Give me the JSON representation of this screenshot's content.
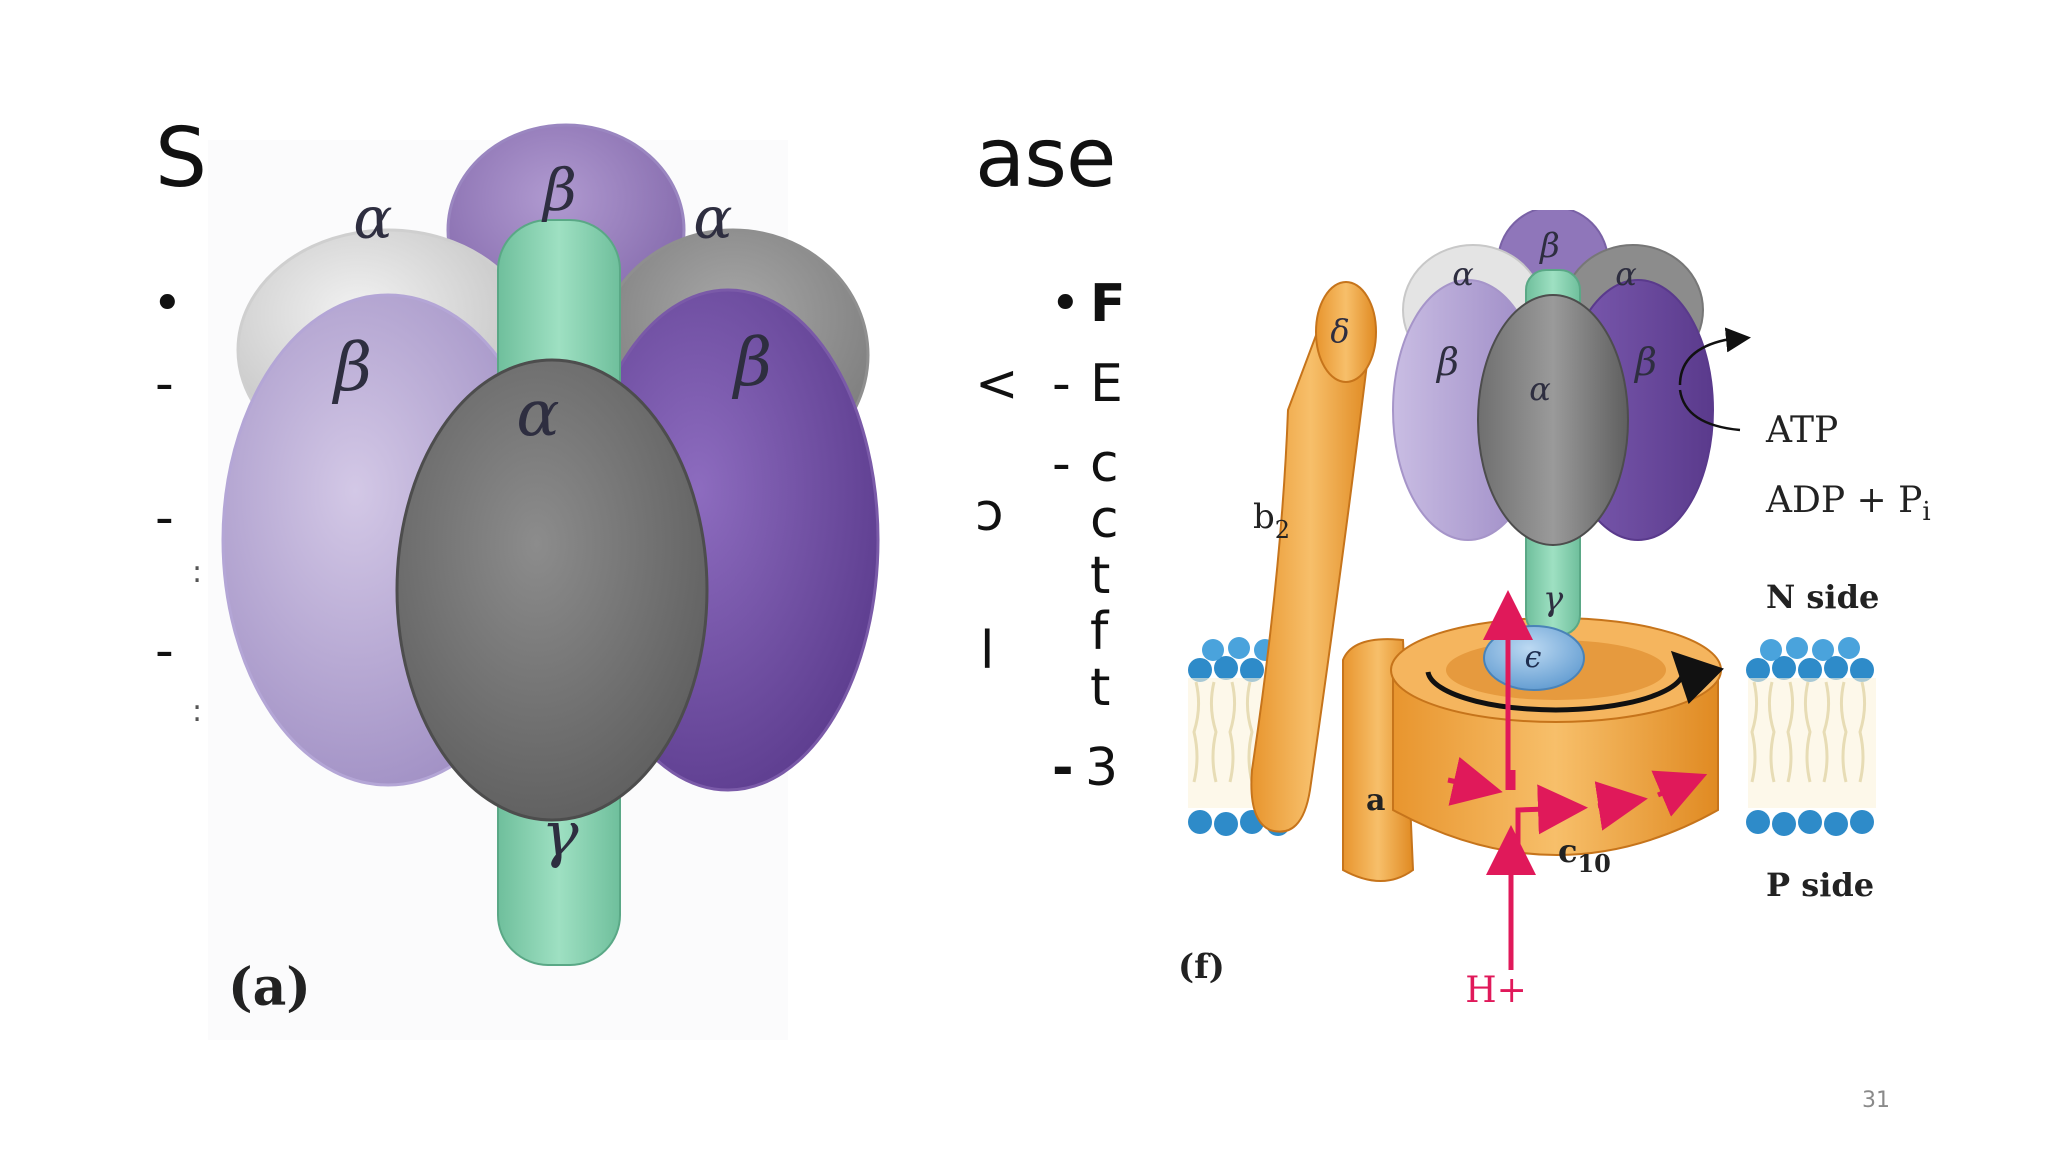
{
  "slide": {
    "title_left": "S",
    "title_right": "ase",
    "page_number": "31"
  },
  "left_column_fragments": {
    "bullet": "•",
    "dash1": "-",
    "dash2": "-",
    "dash3": "-",
    "frag_a": "<",
    "frag_b": "ɔ",
    "frag_c": "l",
    "frag_d": ":",
    "frag_e": ":"
  },
  "right_column_fragments": {
    "bullet": "•",
    "bullet_text": "F",
    "dash1": "-",
    "dash1_text": "E",
    "dash2": "-",
    "dash2_lines": [
      "c",
      "c",
      "t",
      "f",
      "t"
    ],
    "dash3": "-",
    "dash3_text": "3"
  },
  "figure_a": {
    "panel_label": "(a)",
    "subunits": {
      "beta_top": "β",
      "alpha_left": "α",
      "alpha_right": "α",
      "beta_left": "β",
      "beta_right": "β",
      "alpha_front": "α",
      "gamma": "γ"
    },
    "colors": {
      "beta_light": "#b4a6cf",
      "beta_mid": "#8a72b5",
      "beta_dark": "#6a4a99",
      "alpha_light": "#d8d8d8",
      "alpha_gray": "#808080",
      "gamma": "#86d0b0"
    }
  },
  "figure_f": {
    "panel_label": "(f)",
    "subunits": {
      "beta_top": "β",
      "alpha_left": "α",
      "alpha_right": "α",
      "beta_left": "β",
      "beta_right": "β",
      "alpha_front": "α",
      "gamma": "γ",
      "epsilon": "ϵ",
      "delta": "δ",
      "b2": "b",
      "b2_sub": "2",
      "a": "a",
      "c10": "c",
      "c10_sub": "10"
    },
    "labels": {
      "atp": "ATP",
      "adp_pi": "ADP + P",
      "adp_pi_sub": "i",
      "n_side": "N side",
      "p_side": "P side",
      "h_plus": "H+"
    },
    "colors": {
      "orange": "#f0a64a",
      "orange_dark": "#d87f20",
      "proton_arrow": "#e0195a",
      "membrane_head": "#2e8bc9",
      "epsilon": "#7fb3e0"
    }
  }
}
